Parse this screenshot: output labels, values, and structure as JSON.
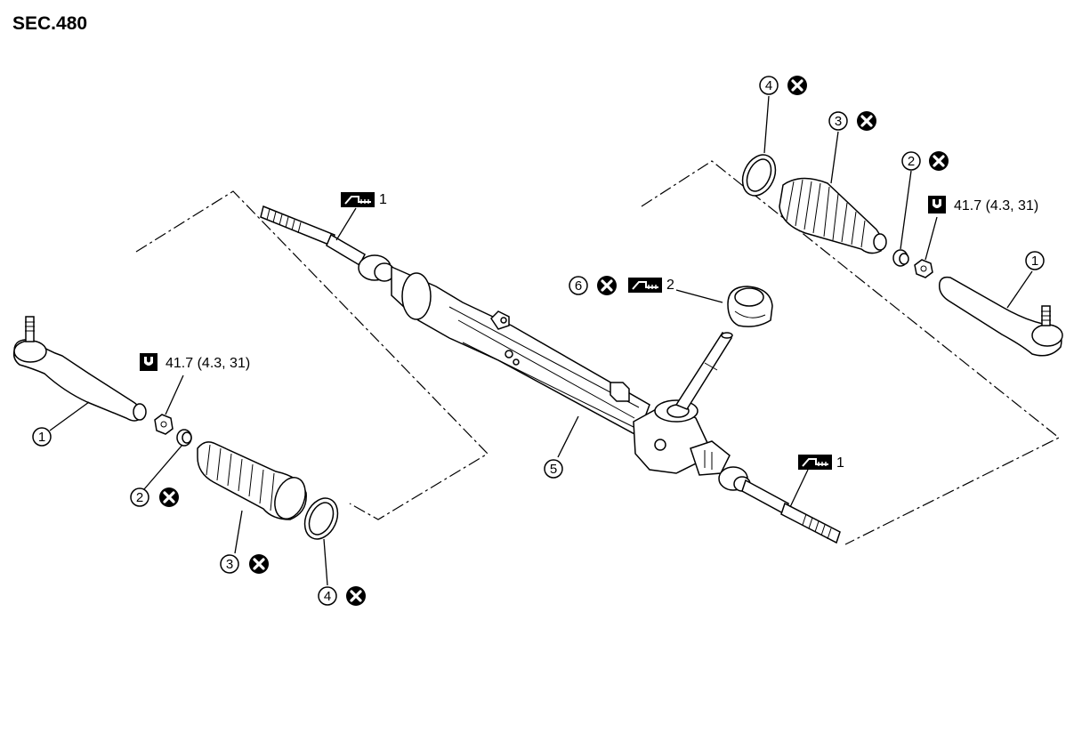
{
  "section_title": "SEC.480",
  "part_numbers": {
    "tie_rod_end": "1",
    "lock_nut": "2",
    "boot": "3",
    "boot_band": "4",
    "steering_gear": "5",
    "grommet": "6"
  },
  "grease_qty": {
    "upper": "1",
    "right": "1",
    "grommet": "2"
  },
  "torque": {
    "right": "41.7 (4.3, 31)",
    "left": "41.7 (4.3, 31)"
  },
  "icons": {
    "do_not_reuse": "circle-x-icon",
    "grease": "grease-icon",
    "torque": "torque-wrench-icon"
  }
}
